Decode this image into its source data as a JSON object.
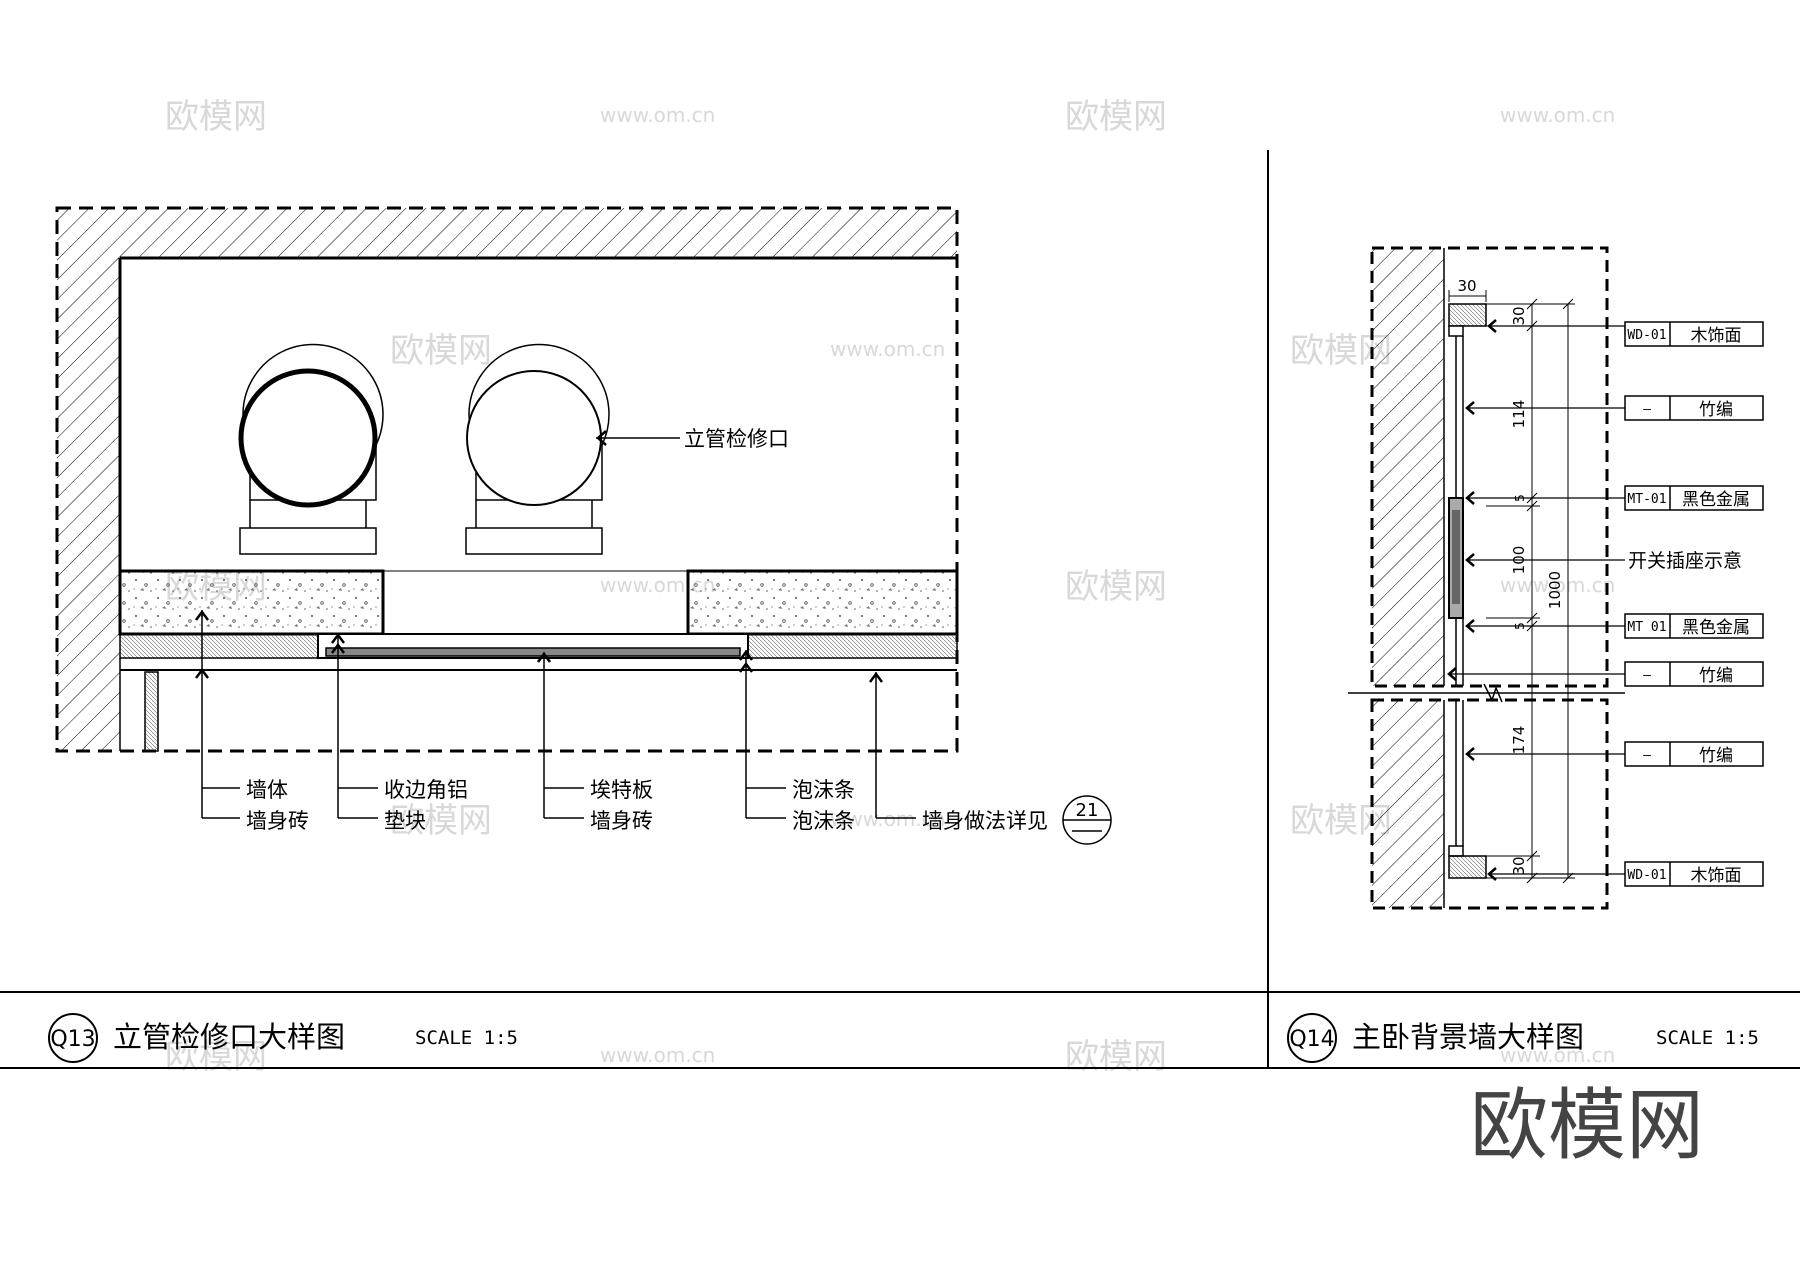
{
  "detail_q13": {
    "tag": "Q13",
    "title": "立管检修口大样图",
    "scale": "SCALE 1:5",
    "callout_access": "立管检修口",
    "labels": {
      "wall_body": "墙体",
      "wall_tile_1": "墙身砖",
      "edge_alu": "收边角铝",
      "pad_block": "垫块",
      "eter_board": "埃特板",
      "wall_tile_2": "墙身砖",
      "foam_strip_1": "泡沫条",
      "foam_strip_2": "泡沫条",
      "wall_method": "墙身做法详见"
    },
    "ref_symbol": "21"
  },
  "detail_q14": {
    "tag": "Q14",
    "title": "主卧背景墙大样图",
    "scale": "SCALE 1:5",
    "dims": {
      "top_width": "30",
      "d1": "30",
      "d2": "114",
      "d3": "5",
      "d4": "100",
      "d5": "5",
      "overall": "1000",
      "d6": "174",
      "d7": "30"
    },
    "tags": [
      {
        "code": "WD-01",
        "name": "木饰面"
      },
      {
        "code": "—",
        "name": "竹编"
      },
      {
        "code": "MT-01",
        "name": "黑色金属"
      },
      {
        "code": "MT 01",
        "name": "黑色金属"
      },
      {
        "code": "—",
        "name": "竹编"
      },
      {
        "code": "—",
        "name": "竹编"
      },
      {
        "code": "WD-01",
        "name": "木饰面"
      }
    ],
    "switch_note": "开关插座示意"
  },
  "watermarks": {
    "brand": "欧模网",
    "url": "www.om.cn"
  },
  "colors": {
    "line": "#000000",
    "watermark": "#d8d8d8"
  }
}
